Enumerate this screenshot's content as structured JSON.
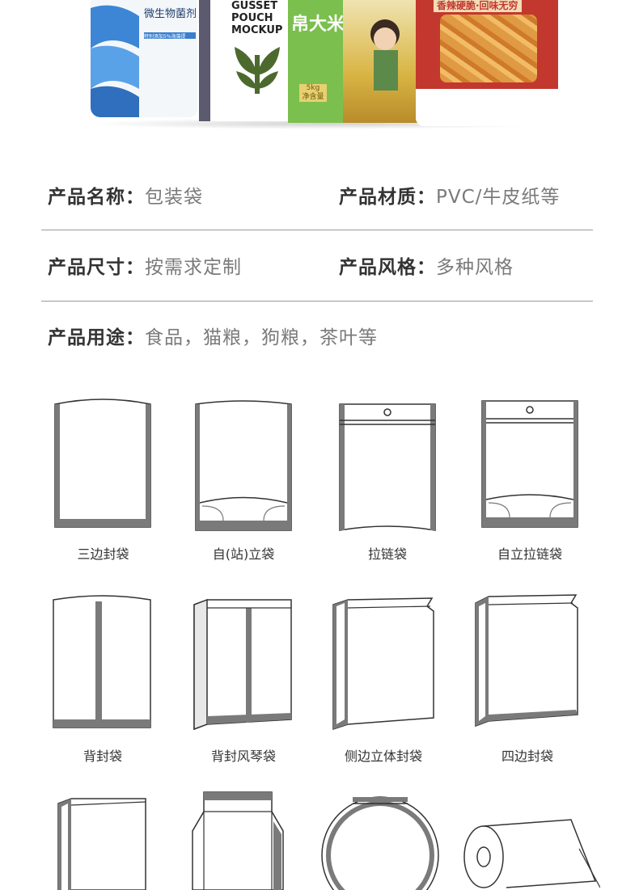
{
  "banner": {
    "pack1_title": "微生物菌剂",
    "pack1_band": "特别添加5%海藻提",
    "pack2_title": "GUSSET POUCH MOCKUP",
    "pack3_title": "帛大米",
    "pack3_weight": "5kg",
    "pack3_net": "净含量",
    "pack4_title": "香辣硬脆·回味无穷"
  },
  "specs": [
    {
      "label": "产品名称：",
      "value": "包装袋"
    },
    {
      "label": "产品材质：",
      "value": "PVC/牛皮纸等"
    },
    {
      "label": "产品尺寸：",
      "value": "按需求定制"
    },
    {
      "label": "产品风格：",
      "value": "多种风格"
    },
    {
      "label": "产品用途：",
      "value": "食品，猫粮，狗粮，茶叶等"
    }
  ],
  "bag_types": [
    {
      "caption": "三边封袋",
      "icon": "three-side-seal-bag-icon"
    },
    {
      "caption": "自(站)立袋",
      "icon": "stand-up-bag-icon"
    },
    {
      "caption": "拉链袋",
      "icon": "zipper-bag-icon"
    },
    {
      "caption": "自立拉链袋",
      "icon": "stand-up-zipper-bag-icon"
    },
    {
      "caption": "背封袋",
      "icon": "back-seal-bag-icon"
    },
    {
      "caption": "背封风琴袋",
      "icon": "back-seal-gusset-bag-icon"
    },
    {
      "caption": "侧边立体封袋",
      "icon": "side-gusset-bag-icon"
    },
    {
      "caption": "四边封袋",
      "icon": "four-side-seal-bag-icon"
    },
    {
      "caption": "",
      "icon": "flat-bottom-bag-icon"
    },
    {
      "caption": "",
      "icon": "block-bottom-bag-icon"
    },
    {
      "caption": "",
      "icon": "round-window-bag-icon"
    },
    {
      "caption": "",
      "icon": "roll-film-icon"
    }
  ],
  "colors": {
    "line": "#333333",
    "seal": "#7a7a7a",
    "label": "#333333",
    "value": "#7a7a7a"
  }
}
